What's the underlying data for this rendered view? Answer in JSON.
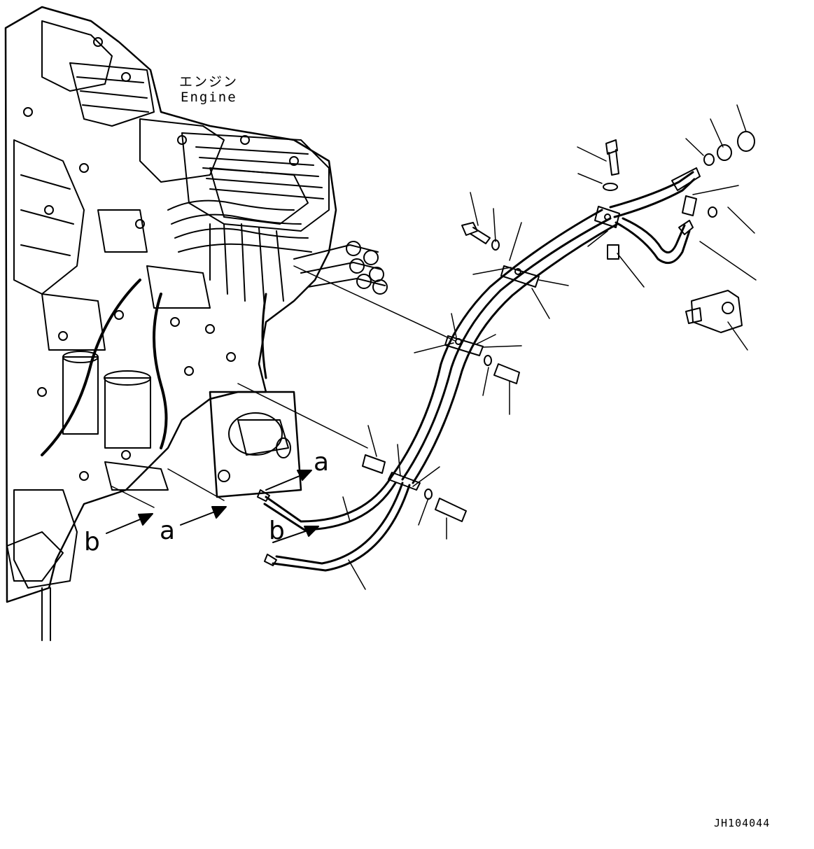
{
  "labels": {
    "engine_jp": "エンジン",
    "engine_en": "Engine",
    "marker_a_upper": "a",
    "marker_b_upper": "b",
    "marker_a_lower": "a",
    "marker_b_lower": "b"
  },
  "drawing_code": "JH104044",
  "colors": {
    "line": "#000000",
    "background": "#ffffff"
  }
}
